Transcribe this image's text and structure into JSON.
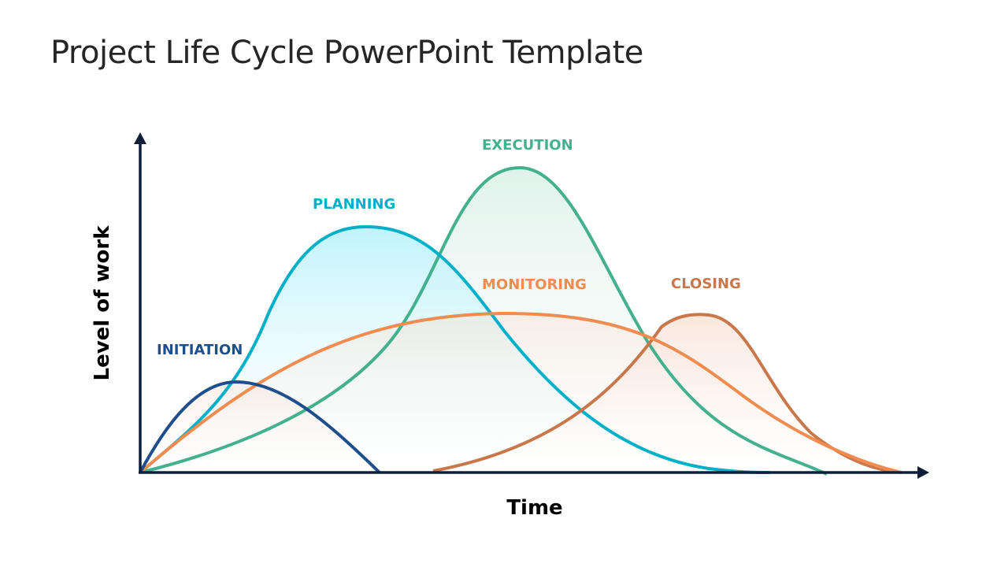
{
  "title": "Project Life Cycle PowerPoint Template",
  "diagram": {
    "y_axis_label": "Level of work",
    "x_axis_label": "Time",
    "phases": [
      {
        "name": "INITIATION",
        "color": "#1f4e8c"
      },
      {
        "name": "PLANNING",
        "color": "#00b0c8"
      },
      {
        "name": "EXECUTION",
        "color": "#43b08e"
      },
      {
        "name": "MONITORING",
        "color": "#f08c50"
      },
      {
        "name": "CLOSING",
        "color": "#c8774a"
      }
    ],
    "axis_color": "#0f1f3a"
  }
}
